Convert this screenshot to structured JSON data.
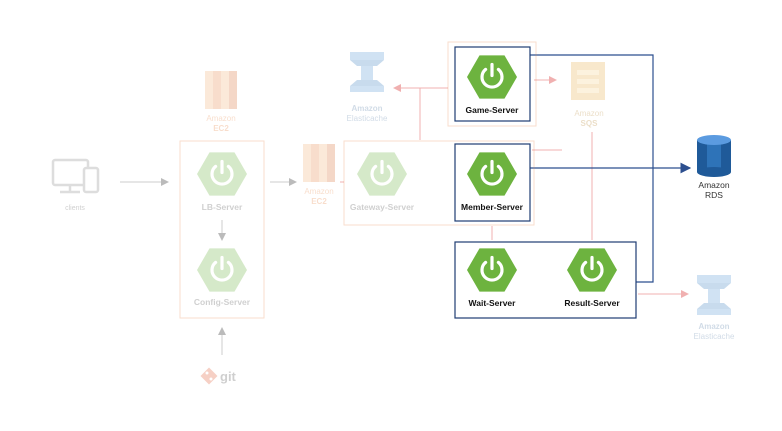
{
  "labels": {
    "clients": "clients",
    "ec2_top_line1": "Amazon",
    "ec2_top_line2": "EC2",
    "lb_server": "LB-Server",
    "config_server": "Config-Server",
    "git": "git",
    "ec2_mid_line1": "Amazon",
    "ec2_mid_line2": "EC2",
    "elasticache_top_line1": "Amazon",
    "elasticache_top_line2": "Elasticache",
    "gateway_server": "Gateway-Server",
    "game_server": "Game-Server",
    "member_server": "Member-Server",
    "sqs_line1": "Amazon",
    "sqs_line2": "SQS",
    "wait_server": "Wait-Server",
    "result_server": "Result-Server",
    "rds_line1": "Amazon",
    "rds_line2": "RDS",
    "elasticache_bottom_line1": "Amazon",
    "elasticache_bottom_line2": "Elasticache"
  },
  "colors": {
    "spring_green": "#6db33f",
    "highlight_border": "#1f3d73",
    "connector_blue": "#2c4f8f",
    "faded_border": "#f3c9b0",
    "faded_arrow": "#f0b0b0",
    "aws_orange": "#e8894a",
    "rds_blue": "#2e73b8",
    "elasticache_blue": "#5a9bd5",
    "gray_icon": "#888888"
  }
}
